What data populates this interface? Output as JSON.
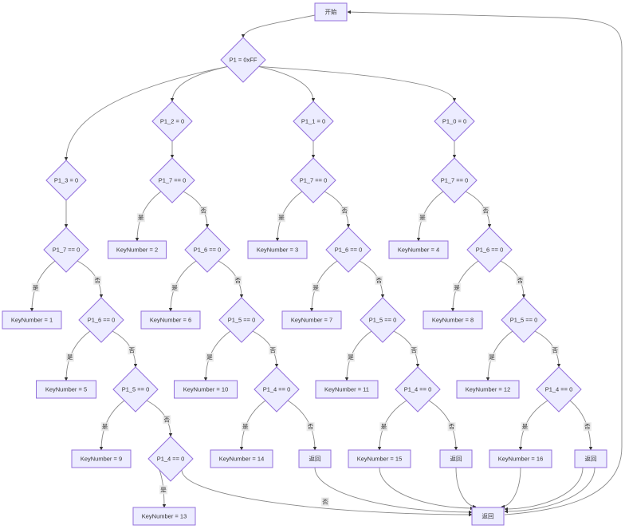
{
  "diagram": {
    "type": "flowchart",
    "colors": {
      "node_fill": "#ECECFF",
      "node_stroke": "#9370DB",
      "edge": "#888888",
      "text": "#333333"
    },
    "nodes": [
      {
        "id": "start",
        "text": "开始",
        "shape": "rect"
      },
      {
        "id": "root",
        "text": "P1 = 0xFF",
        "shape": "diamond"
      },
      {
        "id": "a0",
        "text": "P1_3 = 0",
        "shape": "diamond"
      },
      {
        "id": "b0",
        "text": "P1_2 = 0",
        "shape": "diamond"
      },
      {
        "id": "c0",
        "text": "P1_1 = 0",
        "shape": "diamond"
      },
      {
        "id": "d0",
        "text": "P1_0 = 0",
        "shape": "diamond"
      },
      {
        "id": "a7",
        "text": "P1_7 == 0",
        "shape": "diamond"
      },
      {
        "id": "b7",
        "text": "P1_7 == 0",
        "shape": "diamond"
      },
      {
        "id": "c7",
        "text": "P1_7 == 0",
        "shape": "diamond"
      },
      {
        "id": "d7",
        "text": "P1_7 == 0",
        "shape": "diamond"
      },
      {
        "id": "ak1",
        "text": "KeyNumber = 1",
        "shape": "rect"
      },
      {
        "id": "a6",
        "text": "P1_6 == 0",
        "shape": "diamond"
      },
      {
        "id": "ak5",
        "text": "KeyNumber = 5",
        "shape": "rect"
      },
      {
        "id": "a5",
        "text": "P1_5 == 0",
        "shape": "diamond"
      },
      {
        "id": "ak9",
        "text": "KeyNumber = 9",
        "shape": "rect"
      },
      {
        "id": "a4",
        "text": "P1_4 == 0",
        "shape": "diamond"
      },
      {
        "id": "ak13",
        "text": "KeyNumber = 13",
        "shape": "rect"
      },
      {
        "id": "bk2",
        "text": "KeyNumber = 2",
        "shape": "rect"
      },
      {
        "id": "b6",
        "text": "P1_6 == 0",
        "shape": "diamond"
      },
      {
        "id": "bk6",
        "text": "KeyNumber = 6",
        "shape": "rect"
      },
      {
        "id": "b5",
        "text": "P1_5 == 0",
        "shape": "diamond"
      },
      {
        "id": "bk10",
        "text": "KeyNumber = 10",
        "shape": "rect"
      },
      {
        "id": "b4",
        "text": "P1_4 == 0",
        "shape": "diamond"
      },
      {
        "id": "bk14",
        "text": "KeyNumber = 14",
        "shape": "rect"
      },
      {
        "id": "br",
        "text": "返回",
        "shape": "rect"
      },
      {
        "id": "ck3",
        "text": "KeyNumber = 3",
        "shape": "rect"
      },
      {
        "id": "c6",
        "text": "P1_6 == 0",
        "shape": "diamond"
      },
      {
        "id": "ck7",
        "text": "KeyNumber = 7",
        "shape": "rect"
      },
      {
        "id": "c5",
        "text": "P1_5 == 0",
        "shape": "diamond"
      },
      {
        "id": "ck11",
        "text": "KeyNumber = 11",
        "shape": "rect"
      },
      {
        "id": "c4",
        "text": "P1_4 == 0",
        "shape": "diamond"
      },
      {
        "id": "ck15",
        "text": "KeyNumber = 15",
        "shape": "rect"
      },
      {
        "id": "cr",
        "text": "返回",
        "shape": "rect"
      },
      {
        "id": "dk4",
        "text": "KeyNumber = 4",
        "shape": "rect"
      },
      {
        "id": "d6",
        "text": "P1_6 == 0",
        "shape": "diamond"
      },
      {
        "id": "dk8",
        "text": "KeyNumber = 8",
        "shape": "rect"
      },
      {
        "id": "d5",
        "text": "P1_5 == 0",
        "shape": "diamond"
      },
      {
        "id": "dk12",
        "text": "KeyNumber = 12",
        "shape": "rect"
      },
      {
        "id": "d4",
        "text": "P1_4 == 0",
        "shape": "diamond"
      },
      {
        "id": "dk16",
        "text": "KeyNumber = 16",
        "shape": "rect"
      },
      {
        "id": "dr",
        "text": "返回",
        "shape": "rect"
      },
      {
        "id": "end",
        "text": "返回",
        "shape": "rect"
      }
    ],
    "edges": [
      {
        "from": "start",
        "to": "root",
        "label": ""
      },
      {
        "from": "root",
        "to": "a0",
        "label": ""
      },
      {
        "from": "root",
        "to": "b0",
        "label": ""
      },
      {
        "from": "root",
        "to": "c0",
        "label": ""
      },
      {
        "from": "root",
        "to": "d0",
        "label": ""
      },
      {
        "from": "a0",
        "to": "a7",
        "label": ""
      },
      {
        "from": "b0",
        "to": "b7",
        "label": ""
      },
      {
        "from": "c0",
        "to": "c7",
        "label": ""
      },
      {
        "from": "d0",
        "to": "d7",
        "label": ""
      },
      {
        "from": "a7",
        "to": "ak1",
        "label": "是"
      },
      {
        "from": "a7",
        "to": "a6",
        "label": "否"
      },
      {
        "from": "a6",
        "to": "ak5",
        "label": "是"
      },
      {
        "from": "a6",
        "to": "a5",
        "label": "否"
      },
      {
        "from": "a5",
        "to": "ak9",
        "label": "是"
      },
      {
        "from": "a5",
        "to": "a4",
        "label": "否"
      },
      {
        "from": "a4",
        "to": "ak13",
        "label": "是"
      },
      {
        "from": "a4",
        "to": "end",
        "label": "否"
      },
      {
        "from": "b7",
        "to": "bk2",
        "label": "是"
      },
      {
        "from": "b7",
        "to": "b6",
        "label": "否"
      },
      {
        "from": "b6",
        "to": "bk6",
        "label": "是"
      },
      {
        "from": "b6",
        "to": "b5",
        "label": "否"
      },
      {
        "from": "b5",
        "to": "bk10",
        "label": "是"
      },
      {
        "from": "b5",
        "to": "b4",
        "label": "否"
      },
      {
        "from": "b4",
        "to": "bk14",
        "label": "是"
      },
      {
        "from": "b4",
        "to": "br",
        "label": "否"
      },
      {
        "from": "c7",
        "to": "ck3",
        "label": "是"
      },
      {
        "from": "c7",
        "to": "c6",
        "label": "否"
      },
      {
        "from": "c6",
        "to": "ck7",
        "label": "是"
      },
      {
        "from": "c6",
        "to": "c5",
        "label": "否"
      },
      {
        "from": "c5",
        "to": "ck11",
        "label": "是"
      },
      {
        "from": "c5",
        "to": "c4",
        "label": "否"
      },
      {
        "from": "c4",
        "to": "ck15",
        "label": "是"
      },
      {
        "from": "c4",
        "to": "cr",
        "label": "否"
      },
      {
        "from": "d7",
        "to": "dk4",
        "label": "是"
      },
      {
        "from": "d7",
        "to": "d6",
        "label": "否"
      },
      {
        "from": "d6",
        "to": "dk8",
        "label": "是"
      },
      {
        "from": "d6",
        "to": "d5",
        "label": "否"
      },
      {
        "from": "d5",
        "to": "dk12",
        "label": "是"
      },
      {
        "from": "d5",
        "to": "d4",
        "label": "否"
      },
      {
        "from": "d4",
        "to": "dk16",
        "label": "是"
      },
      {
        "from": "d4",
        "to": "dr",
        "label": "否"
      },
      {
        "from": "br",
        "to": "end",
        "label": ""
      },
      {
        "from": "ck15",
        "to": "end",
        "label": ""
      },
      {
        "from": "cr",
        "to": "end",
        "label": ""
      },
      {
        "from": "dk16",
        "to": "end",
        "label": ""
      },
      {
        "from": "dr",
        "to": "end",
        "label": ""
      },
      {
        "from": "dr",
        "to": "end",
        "label": ""
      },
      {
        "from": "end",
        "to": "start",
        "label": ""
      }
    ]
  }
}
